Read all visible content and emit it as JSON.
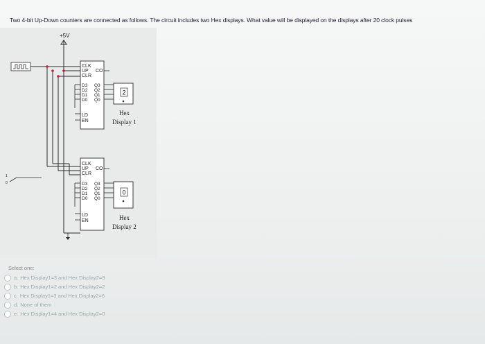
{
  "question": {
    "text": "Two 4-bit Up-Down counters are connected as follows. The circuit includes two Hex displays. What value will be displayed on the displays after 20 clock pulses"
  },
  "circuit": {
    "supply_label": "+5V",
    "switch_labels": [
      "1",
      "0"
    ],
    "counter1": {
      "pins_left": [
        "CLK",
        "UP",
        "CLR",
        "D3",
        "D2",
        "D1",
        "D0",
        "LD",
        "EN"
      ],
      "carry_out": "CO",
      "outputs": [
        "Q3",
        "Q2",
        "Q1",
        "Q0"
      ],
      "display_value": "2",
      "display_label_1": "Hex",
      "display_label_2": "Display 1"
    },
    "counter2": {
      "pins_left": [
        "CLK",
        "UP",
        "CLR",
        "D3",
        "D2",
        "D1",
        "D0",
        "LD",
        "EN"
      ],
      "carry_out": "CO",
      "outputs": [
        "Q3",
        "Q2",
        "Q1",
        "Q0"
      ],
      "display_value": "0",
      "display_label_1": "Hex",
      "display_label_2": "Display 2"
    }
  },
  "answers": {
    "prompt": "Select one:",
    "options": [
      {
        "letter": "a.",
        "text": "Hex Display1=3 and Hex Display2=9"
      },
      {
        "letter": "b.",
        "text": "Hex Display1=2 and Hex Display2=2"
      },
      {
        "letter": "c.",
        "text": "Hex Display1=3 and Hex Display2=6"
      },
      {
        "letter": "d.",
        "text": "None of them"
      },
      {
        "letter": "e.",
        "text": "Hex Display1=4 and Hex Display2=0"
      }
    ]
  },
  "colors": {
    "wire": "#2a2a2a",
    "node": "#c8202a",
    "accent_radio": "#b7c4c4"
  }
}
